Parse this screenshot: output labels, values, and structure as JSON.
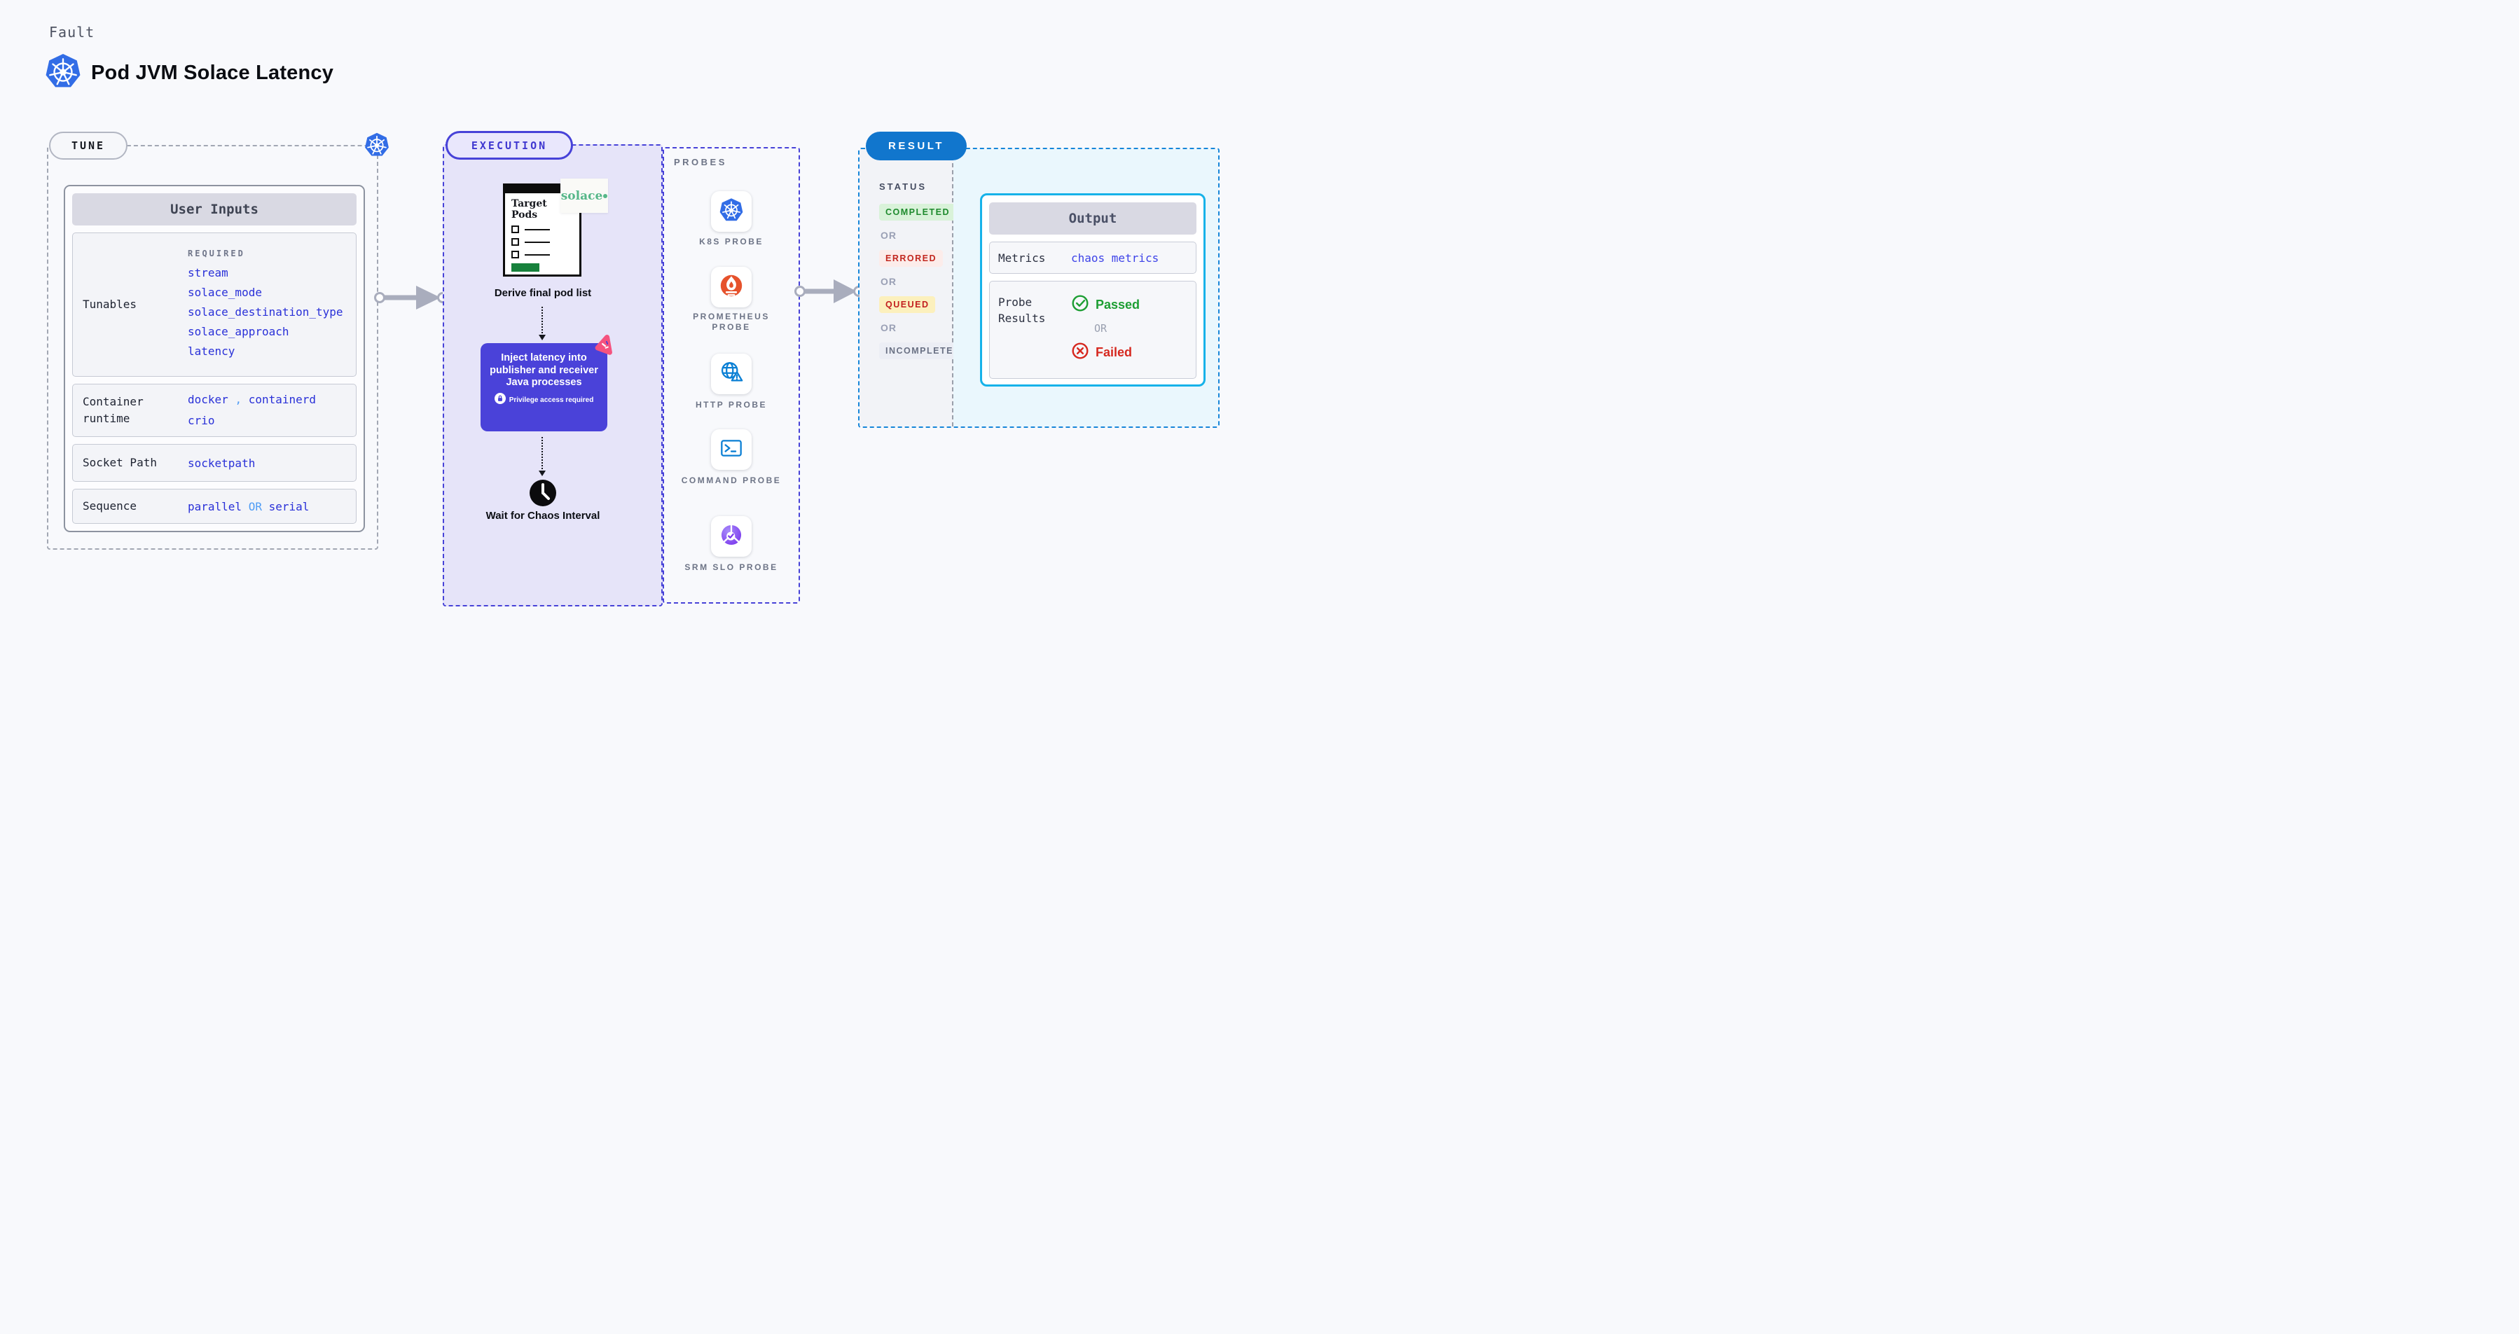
{
  "page": {
    "fault_label": "Fault",
    "title": "Pod JVM Solace Latency"
  },
  "tune": {
    "label": "TUNE",
    "user_inputs": {
      "header": "User Inputs",
      "tunables": {
        "label": "Tunables",
        "required_label": "REQUIRED",
        "items": [
          "stream",
          "solace_mode",
          "solace_destination_type",
          "solace_approach",
          "latency"
        ]
      },
      "container_runtime": {
        "label": "Container runtime",
        "v1": "docker",
        "sep": ",",
        "v2": "containerd",
        "v3": "crio"
      },
      "socket_path": {
        "label": "Socket Path",
        "value": "socketpath"
      },
      "sequence": {
        "label": "Sequence",
        "v1": "parallel",
        "or": "OR",
        "v2": "serial"
      }
    }
  },
  "execution": {
    "label": "EXECUTION",
    "target_pods_title": "Target Pods",
    "solace_logo": "solace",
    "derive_caption": "Derive final pod list",
    "inject_text": "Inject latency into publisher and receiver Java processes",
    "privilege_note": "Privilege access required",
    "wait_caption": "Wait for Chaos Interval"
  },
  "probes": {
    "label": "PROBES",
    "items": [
      {
        "name": "K8S PROBE",
        "icon": "kubernetes-icon"
      },
      {
        "name": "PROMETHEUS PROBE",
        "icon": "prometheus-icon"
      },
      {
        "name": "HTTP PROBE",
        "icon": "globe-warning-icon"
      },
      {
        "name": "COMMAND PROBE",
        "icon": "terminal-icon"
      },
      {
        "name": "SRM SLO PROBE",
        "icon": "pie-check-icon"
      }
    ]
  },
  "result": {
    "label": "RESULT",
    "status": {
      "label": "STATUS",
      "badges": [
        "COMPLETED",
        "ERRORED",
        "QUEUED",
        "INCOMPLETED"
      ],
      "or": "OR"
    },
    "output": {
      "header": "Output",
      "metrics_label": "Metrics",
      "metrics_value": "chaos metrics",
      "probe_results_label": "Probe Results",
      "passed": "Passed",
      "or": "OR",
      "failed": "Failed"
    }
  },
  "colors": {
    "kubernetes_blue": "#326de6",
    "execution_indigo": "#4742d8",
    "result_blue": "#1176cd",
    "output_border_cyan": "#16b2e9",
    "value_blue": "#2930d8",
    "or_light_blue": "#4f9cf5",
    "passed_green": "#1d9e33",
    "failed_red": "#d6281f",
    "completed_green": "#1e8a2d",
    "errored_red": "#c2271f",
    "queued_yellow_bg": "#fcf0bd",
    "solace_green": "#56b789",
    "prometheus_orange": "#e6522c",
    "probe_blue": "#0a7fd4",
    "srm_purple": "#7c3aed",
    "litmus_pink": "#f5527f"
  }
}
